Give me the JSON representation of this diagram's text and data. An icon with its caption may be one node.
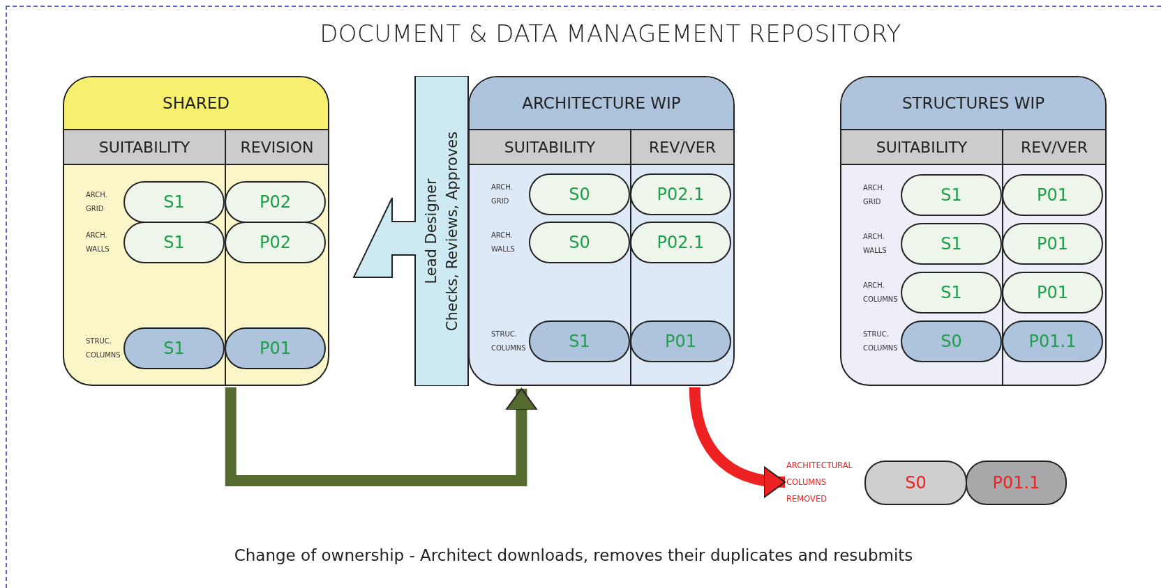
{
  "diagram": {
    "title": "DOCUMENT & DATA MANAGEMENT REPOSITORY",
    "caption": "Change of ownership - Architect downloads, removes their duplicates and resubmits",
    "nodes": [
      {
        "text": [
          "SHARED",
          "SUITABILITY",
          "REVISION"
        ]
      },
      {
        "text": [
          "S1"
        ],
        "in": 0,
        "beside": [
          "ARCH. GRID"
        ]
      },
      {
        "text": [
          "P02"
        ],
        "in": 0
      },
      {
        "text": [
          "S1"
        ],
        "in": 0,
        "beside": [
          "ARCH. WALLS"
        ]
      },
      {
        "text": [
          "P02"
        ],
        "in": 0
      },
      {
        "text": [
          "S1"
        ],
        "in": 0,
        "beside": [
          "STRUC. COLUMNS"
        ]
      },
      {
        "text": [
          "P01"
        ],
        "in": 0
      },
      {
        "text": [
          "Lead Designer",
          "Checks, Reviews, Approves"
        ]
      },
      {
        "text": [
          "ARCHITECTURE WIP",
          "SUITABILITY",
          "REV/VER"
        ]
      },
      {
        "text": [
          "S0"
        ],
        "in": 8,
        "beside": [
          "ARCH. GRID"
        ]
      },
      {
        "text": [
          "P02.1"
        ],
        "in": 8
      },
      {
        "text": [
          "S0"
        ],
        "in": 8,
        "beside": [
          "ARCH. WALLS"
        ]
      },
      {
        "text": [
          "P02.1"
        ],
        "in": 8
      },
      {
        "text": [
          "S1"
        ],
        "in": 8,
        "beside": [
          "STRUC. COLUMNS"
        ]
      },
      {
        "text": [
          "P01"
        ],
        "in": 8
      },
      {
        "text": [
          "STRUCTURES WIP",
          "SUITABILITY",
          "REV/VER"
        ]
      },
      {
        "text": [
          "S1"
        ],
        "in": 15,
        "beside": [
          "ARCH. GRID"
        ]
      },
      {
        "text": [
          "P01"
        ],
        "in": 15
      },
      {
        "text": [
          "S1"
        ],
        "in": 15,
        "beside": [
          "ARCH. WALLS"
        ]
      },
      {
        "text": [
          "P01"
        ],
        "in": 15
      },
      {
        "text": [
          "S1"
        ],
        "in": 15,
        "beside": [
          "ARCH. COLUMNS"
        ]
      },
      {
        "text": [
          "P01"
        ],
        "in": 15
      },
      {
        "text": [
          "S0"
        ],
        "in": 15,
        "beside": [
          "STRUC. COLUMNS"
        ]
      },
      {
        "text": [
          "P01.1"
        ],
        "in": 15
      },
      {
        "text": [
          "ARCHITECTURAL COLUMNS REMOVED"
        ]
      },
      {
        "text": [
          "S0"
        ]
      },
      {
        "text": [
          "P01.1"
        ]
      }
    ],
    "edges": [
      {
        "from": 0,
        "to": 8,
        "arrow": "to",
        "color": "#556b2f"
      },
      {
        "from": 8,
        "to": 24,
        "arrow": "to",
        "color": "#ee2222"
      }
    ]
  }
}
